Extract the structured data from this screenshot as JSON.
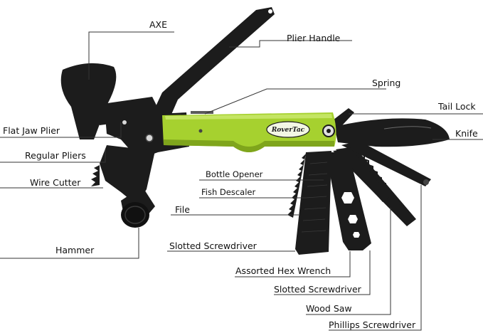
{
  "brand": "RoverTac",
  "colors": {
    "handle_green": "#a6d12f",
    "handle_green_dark": "#7fa51c",
    "steel_black": "#1c1c1c",
    "leader_line": "#333333"
  },
  "labels": {
    "axe": "AXE",
    "plier_handle": "Plier Handle",
    "spring": "Spring",
    "tail_lock": "Tail Lock",
    "knife": "Knife",
    "flat_jaw_plier": "Flat Jaw Plier",
    "regular_pliers": "Regular Pliers",
    "wire_cutter": "Wire Cutter",
    "hammer": "Hammer",
    "bottle_opener": "Bottle Opener",
    "fish_descaler": "Fish Descaler",
    "file": "File",
    "slotted_screwdriver_1": "Slotted Screwdriver",
    "assorted_hex_wrench": "Assorted Hex Wrench",
    "slotted_screwdriver_2": "Slotted Screwdriver",
    "wood_saw": "Wood Saw",
    "phillips_screwdriver": "Phillips Screwdriver"
  }
}
